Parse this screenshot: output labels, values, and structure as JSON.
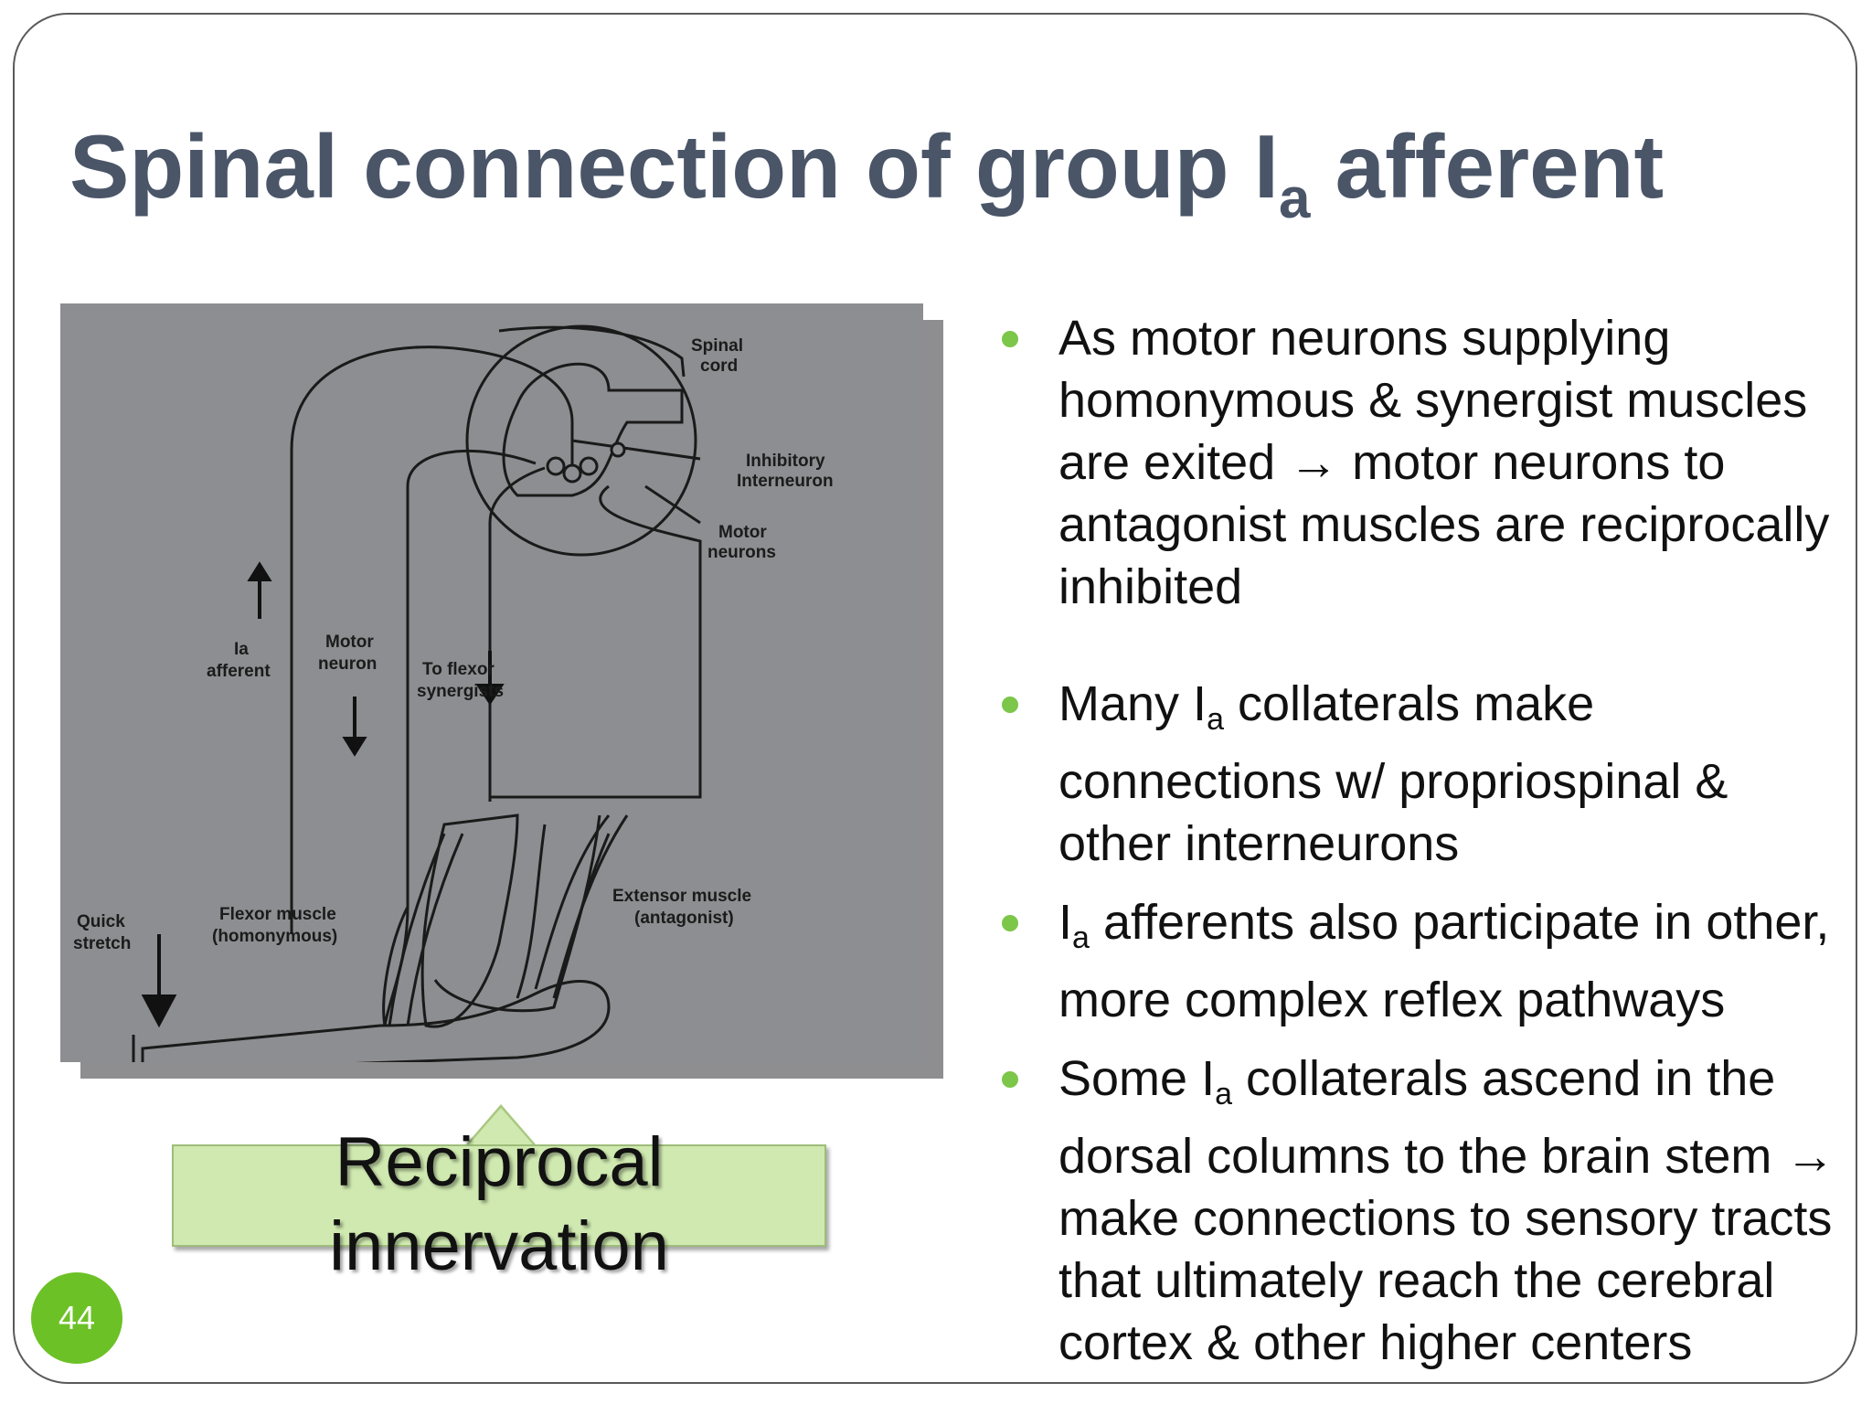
{
  "slide": {
    "title_main": "Spinal connection of group I",
    "title_sub": "a",
    "title_end": " afferent",
    "page_number": "44"
  },
  "figure": {
    "labels": {
      "spinal_cord_1": "Spinal",
      "spinal_cord_2": "cord",
      "inhibitory_1": "Inhibitory",
      "inhibitory_2": "Interneuron",
      "motor_neurons_1": "Motor",
      "motor_neurons_2": "neurons",
      "ia_afferent_1": "Ia",
      "ia_afferent_2": "afferent",
      "motor_neuron_1": "Motor",
      "motor_neuron_2": "neuron",
      "flexor_syn_1": "To flexor",
      "flexor_syn_2": "synergists",
      "extensor_1": "Extensor muscle",
      "extensor_2": "(antagonist)",
      "flexor_1": "Flexor muscle",
      "flexor_2": "(homonymous)",
      "quick_1": "Quick",
      "quick_2": "stretch"
    }
  },
  "callout": {
    "line1": "Reciprocal",
    "line2": "innervation",
    "fill": "#cfe9b0"
  },
  "bullets": [
    {
      "text": "As motor neurons supplying homonymous & synergist muscles are exited → motor neurons to antagonist muscles are reciprocally inhibited"
    },
    {
      "pre": "Many I",
      "sub": "a",
      "post": " collaterals make connections w/ propriospinal & other interneurons"
    },
    {
      "pre": "I",
      "sub": "a",
      "post": " afferents also participate in other, more complex reflex pathways"
    },
    {
      "pre": "Some I",
      "sub": "a",
      "post": " collaterals ascend in the dorsal columns to the brain stem → make connections to sensory tracts that ultimately reach the cerebral cortex & other higher centers"
    }
  ],
  "colors": {
    "title": "#4a5568",
    "bullet_dot": "#7cc64a",
    "page_badge": "#6cc126"
  }
}
